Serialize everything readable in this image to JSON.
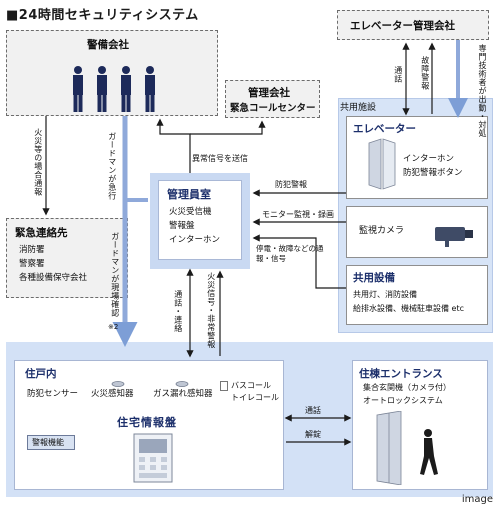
{
  "title": "■24時間セキュリティシステム",
  "security_company": {
    "label": "警備会社"
  },
  "management_company": {
    "label1": "管理会社",
    "label2": "緊急コールセンター"
  },
  "elevator_company": {
    "label": "エレベーター管理会社"
  },
  "emergency_contacts": {
    "label": "緊急連絡先",
    "items": [
      "消防署",
      "警察署",
      "各種設備保守会社"
    ]
  },
  "shared_facilities": {
    "label": "共用施設"
  },
  "elevator": {
    "label": "エレベーター",
    "items": [
      "インターホン",
      "防犯警報ボタン"
    ]
  },
  "camera": {
    "label": "監視カメラ"
  },
  "shared_equipment": {
    "label": "共用設備",
    "items": [
      "共用灯、消防設備",
      "給排水設備、機械駐車設備 etc"
    ]
  },
  "manager_room": {
    "label": "管理員室",
    "items": [
      "火災受信機",
      "警報盤",
      "インターホン"
    ]
  },
  "unit": {
    "label": "住戸内",
    "sensors": [
      "防犯センサー",
      "火災感知器",
      "ガス漏れ感知器"
    ],
    "bath_call": [
      "バスコール",
      "トイレコール"
    ],
    "panel_label": "住宅情報盤",
    "alarm_button": "警報機能"
  },
  "entrance": {
    "label": "住棟エントランス",
    "items": [
      "集合玄関機（カメラ付）",
      "オートロックシステム"
    ]
  },
  "flow_labels": {
    "fire_etc": "火災等の場合通報",
    "guard_rush": "ガードマンが急行",
    "guard_check": "ガードマンが現場確認",
    "guard_note": "※2",
    "abnormal_signal": "異常信号を送信",
    "crime_alarm": "防犯警報",
    "monitor": "モニター監視・録画",
    "outage_signal": "停電・故障などの通報・信号",
    "call_contact": "通話・連絡",
    "fire_signal": "火災信号・非常警報",
    "call": "通話",
    "unlock": "解錠",
    "elev_call": "通話",
    "elev_fault": "故障警報",
    "elev_dispatch": "専門技術者が出動・対処"
  },
  "footer": "image"
}
